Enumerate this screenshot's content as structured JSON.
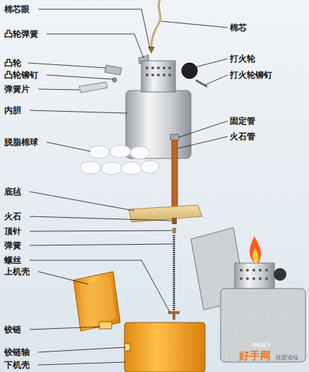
{
  "diagram": {
    "labels": [
      "棉芯眼",
      "凸轮弹簧",
      "凸轮",
      "凸轮铆钉",
      "弹簧片",
      "内胆",
      "脱脂棉球",
      "底毡",
      "火石",
      "顶针",
      "弹簧",
      "螺丝",
      "上机壳",
      "铰链",
      "铰链轴",
      "下机壳",
      "棉芯",
      "打火轮",
      "打火轮铆钉",
      "固定管",
      "火石管",
      "清格旗下",
      "好手网",
      "社区论坛"
    ]
  }
}
